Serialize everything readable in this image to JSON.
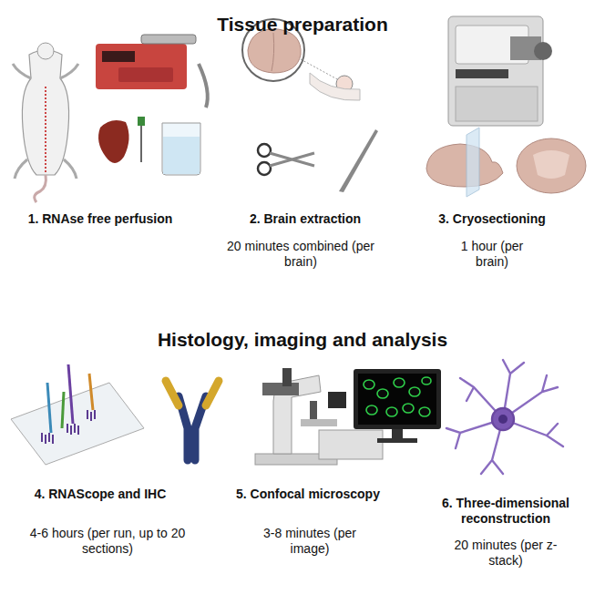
{
  "diagram": {
    "labels": [
      "Tissue preparation",
      "1. RNAse free perfusion",
      "2. Brain extraction",
      "20 minutes combined (per brain)",
      "3. Cryosectioning",
      "1 hour (per brain)",
      "Histology, imaging and analysis",
      "4. RNAScope and IHC",
      "4-6 hours (per run, up to 20 sections)",
      "5. Confocal microscopy",
      "3-8 minutes (per image)",
      "6. Three-dimensional reconstruction",
      "20 minutes (per z-stack)"
    ]
  }
}
